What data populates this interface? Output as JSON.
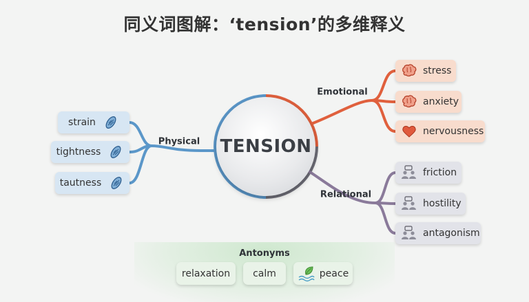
{
  "title": "同义词图解：‘tension’的多维释义",
  "center": {
    "label": "TENSION"
  },
  "branches": {
    "physical": {
      "label": "Physical",
      "color": "#4a8fc7",
      "items": [
        {
          "label": "strain",
          "icon": "muscle-icon"
        },
        {
          "label": "tightness",
          "icon": "muscle-icon"
        },
        {
          "label": "tautness",
          "icon": "muscle-icon"
        }
      ]
    },
    "emotional": {
      "label": "Emotional",
      "color": "#e0603d",
      "items": [
        {
          "label": "stress",
          "icon": "brain-icon"
        },
        {
          "label": "anxiety",
          "icon": "brain-icon"
        },
        {
          "label": "nervousness",
          "icon": "heart-icon"
        }
      ]
    },
    "relational": {
      "label": "Relational",
      "color": "#8a7a9a",
      "items": [
        {
          "label": "friction",
          "icon": "people-icon"
        },
        {
          "label": "hostility",
          "icon": "people-icon"
        },
        {
          "label": "antagonism",
          "icon": "people-icon"
        }
      ]
    }
  },
  "antonyms": {
    "title": "Antonyms",
    "color": "#5aaa5a",
    "items": [
      {
        "label": "relaxation"
      },
      {
        "label": "calm"
      },
      {
        "label": "peace",
        "icon": "leaf-water-icon"
      }
    ]
  }
}
